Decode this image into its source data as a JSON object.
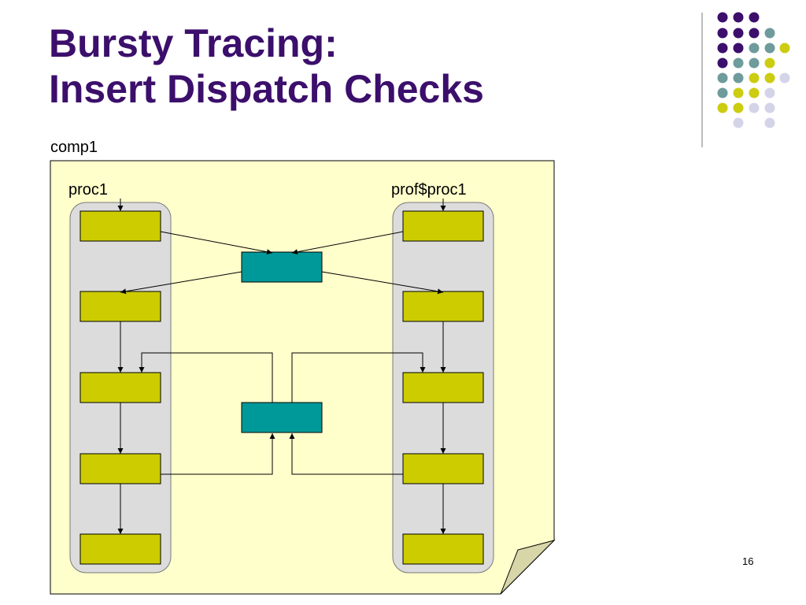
{
  "slide": {
    "title_line1": "Bursty Tracing:",
    "title_line2": "Insert Dispatch Checks",
    "number": "16"
  },
  "diagram": {
    "component_label": "comp1",
    "left_proc_label": "proc1",
    "right_proc_label": "prof$proc1"
  },
  "colors": {
    "title": "#3b0f6b",
    "page_fill": "#ffffcc",
    "proc_container": "#dcdcdc",
    "block_yellow": "#cccc00",
    "dispatch_teal": "#009999",
    "dot_purple": "#3b0f6b",
    "dot_teal": "#6e9b9b",
    "dot_yellow": "#cccc11",
    "dot_lavender": "#d4d4e8"
  }
}
